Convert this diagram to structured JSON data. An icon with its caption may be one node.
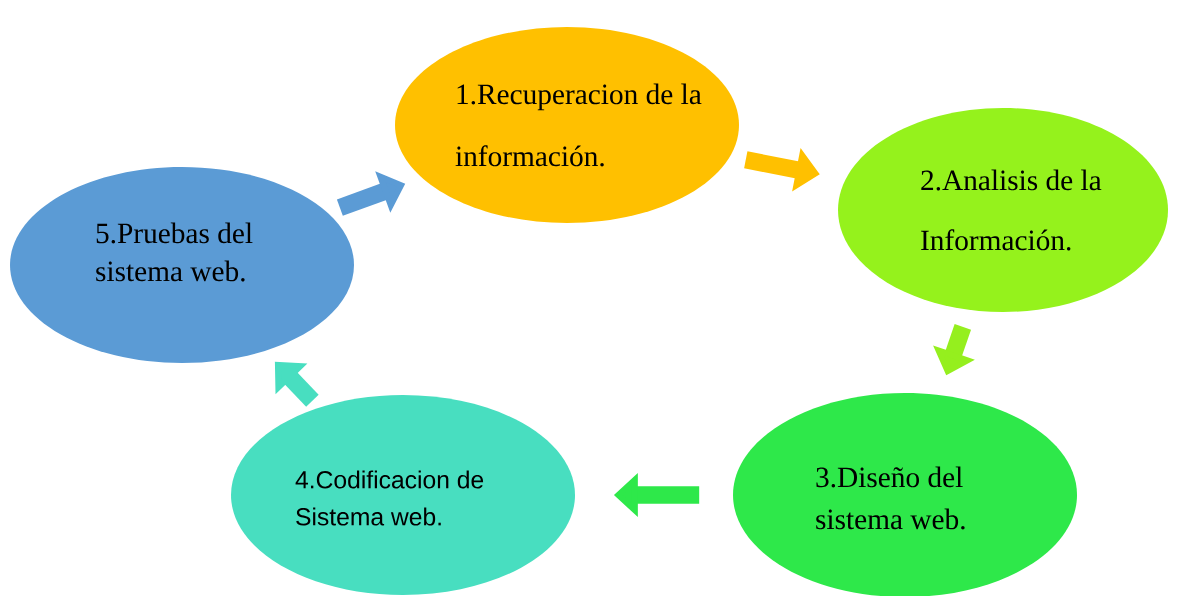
{
  "diagram": {
    "nodes": [
      {
        "text": [
          "1.Recuperacion de la información."
        ]
      },
      {
        "text": [
          "2.Analisis de la Información."
        ]
      },
      {
        "text": [
          "3.Diseño del sistema web."
        ]
      },
      {
        "text": [
          "4.Codificacion de Sistema web."
        ]
      },
      {
        "text": [
          "5.Pruebas del sistema web."
        ]
      }
    ],
    "edges": [
      {
        "from": 0,
        "to": 1,
        "arrow": "to",
        "color": "#ffc000"
      },
      {
        "from": 1,
        "to": 2,
        "arrow": "to",
        "color": "#95ef1e"
      },
      {
        "from": 2,
        "to": 3,
        "arrow": "to",
        "color": "#2ee84a"
      },
      {
        "from": 3,
        "to": 4,
        "arrow": "to",
        "color": "#48dec0"
      },
      {
        "from": 4,
        "to": 0,
        "arrow": "to",
        "color": "#5b9bd5"
      }
    ]
  }
}
